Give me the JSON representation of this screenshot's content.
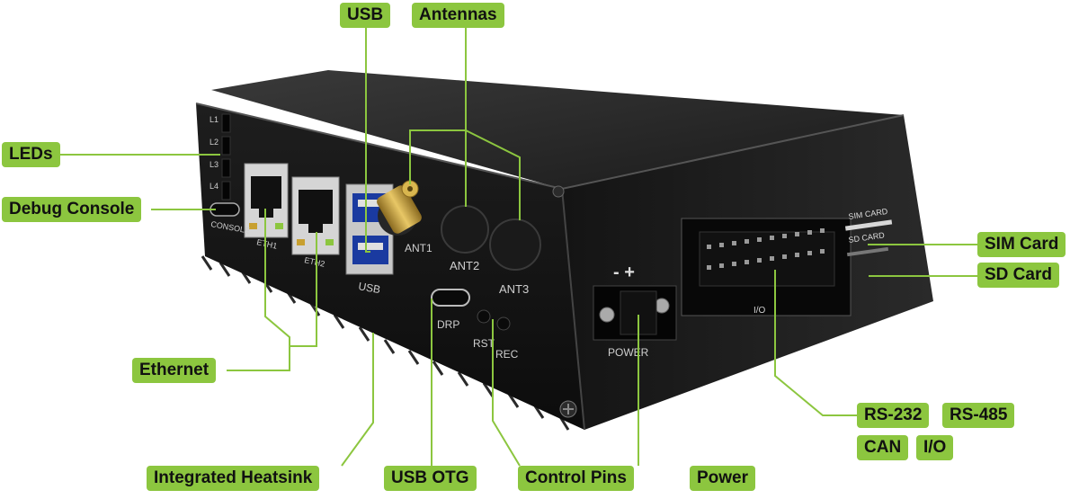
{
  "callouts": {
    "usb": "USB",
    "antennas": "Antennas",
    "leds": "LEDs",
    "debug_console": "Debug Console",
    "ethernet": "Ethernet",
    "integrated_heatsink": "Integrated Heatsink",
    "usb_otg": "USB OTG",
    "control_pins": "Control Pins",
    "power": "Power",
    "sim_card": "SIM Card",
    "sd_card": "SD Card",
    "rs232": "RS-232",
    "rs485": "RS-485",
    "can": "CAN",
    "io": "I/O"
  },
  "silkscreen": {
    "l1": "L1",
    "l2": "L2",
    "l3": "L3",
    "l4": "L4",
    "console": "CONSOLE",
    "eth1": "ETH1",
    "eth2": "ETH2",
    "usb": "USB",
    "ant1": "ANT1",
    "ant2": "ANT2",
    "ant3": "ANT3",
    "drp": "DRP",
    "rst": "RST",
    "rec": "REC",
    "power": "POWER",
    "minus_plus": "- +",
    "io": "I/O",
    "sim_card": "SIM CARD",
    "sd_card": "SD CARD"
  },
  "colors": {
    "accent": "#8cc63f",
    "leader_line": "#8cc63f",
    "device_body": "#141414"
  }
}
